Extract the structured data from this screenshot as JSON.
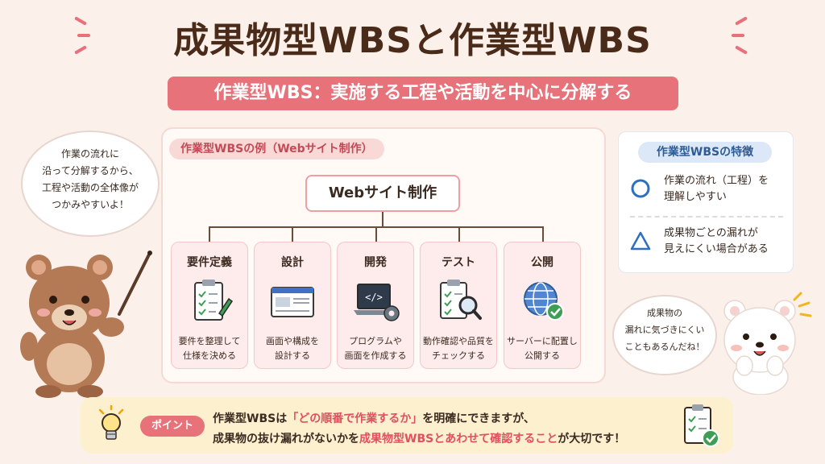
{
  "title": "成果物型WBSと作業型WBS",
  "subtitle": "作業型WBS：実施する工程や活動を中心に分解する",
  "panel": {
    "tag": "作業型WBSの例（Webサイト制作）",
    "root": "Webサイト制作",
    "nodes": [
      {
        "name": "要件定義",
        "desc1": "要件を整理して",
        "desc2": "仕様を決める",
        "icon": "clipboard-pencil-icon"
      },
      {
        "name": "設計",
        "desc1": "画面や構成を",
        "desc2": "設計する",
        "icon": "wireframe-screen-icon"
      },
      {
        "name": "開発",
        "desc1": "プログラムや",
        "desc2": "画面を作成する",
        "icon": "laptop-code-icon"
      },
      {
        "name": "テスト",
        "desc1": "動作確認や品質を",
        "desc2": "チェックする",
        "icon": "checklist-magnifier-icon"
      },
      {
        "name": "公開",
        "desc1": "サーバーに配置し",
        "desc2": "公開する",
        "icon": "globe-check-icon"
      }
    ]
  },
  "features": {
    "tag": "作業型WBSの特徴",
    "good1": "作業の流れ（工程）を",
    "good2": "理解しやすい",
    "bad1": "成果物ごとの漏れが",
    "bad2": "見えにくい場合がある"
  },
  "bubble_left": {
    "line1": "作業の流れに",
    "line2": "沿って分解するから、",
    "line3": "工程や活動の全体像が",
    "line4": "つかみやすいよ！"
  },
  "bubble_right": {
    "line1": "成果物の",
    "line2": "漏れに気づきにくい",
    "line3": "こともあるんだね！"
  },
  "bottom": {
    "pill": "ポイント",
    "l1a": "作業型WBSは",
    "l1b": "「どの順番で作業するか」",
    "l1c": "を明確にできますが、",
    "l2a": "成果物の抜け漏れがないかを",
    "l2b": "成果物型WBSとあわせて確認すること",
    "l2c": "が大切です！"
  },
  "colors": {
    "accent": "#e8727a",
    "background": "#fbf1ea",
    "feature_blue": "#2f6fc0",
    "title_brown": "#4a2a18"
  }
}
